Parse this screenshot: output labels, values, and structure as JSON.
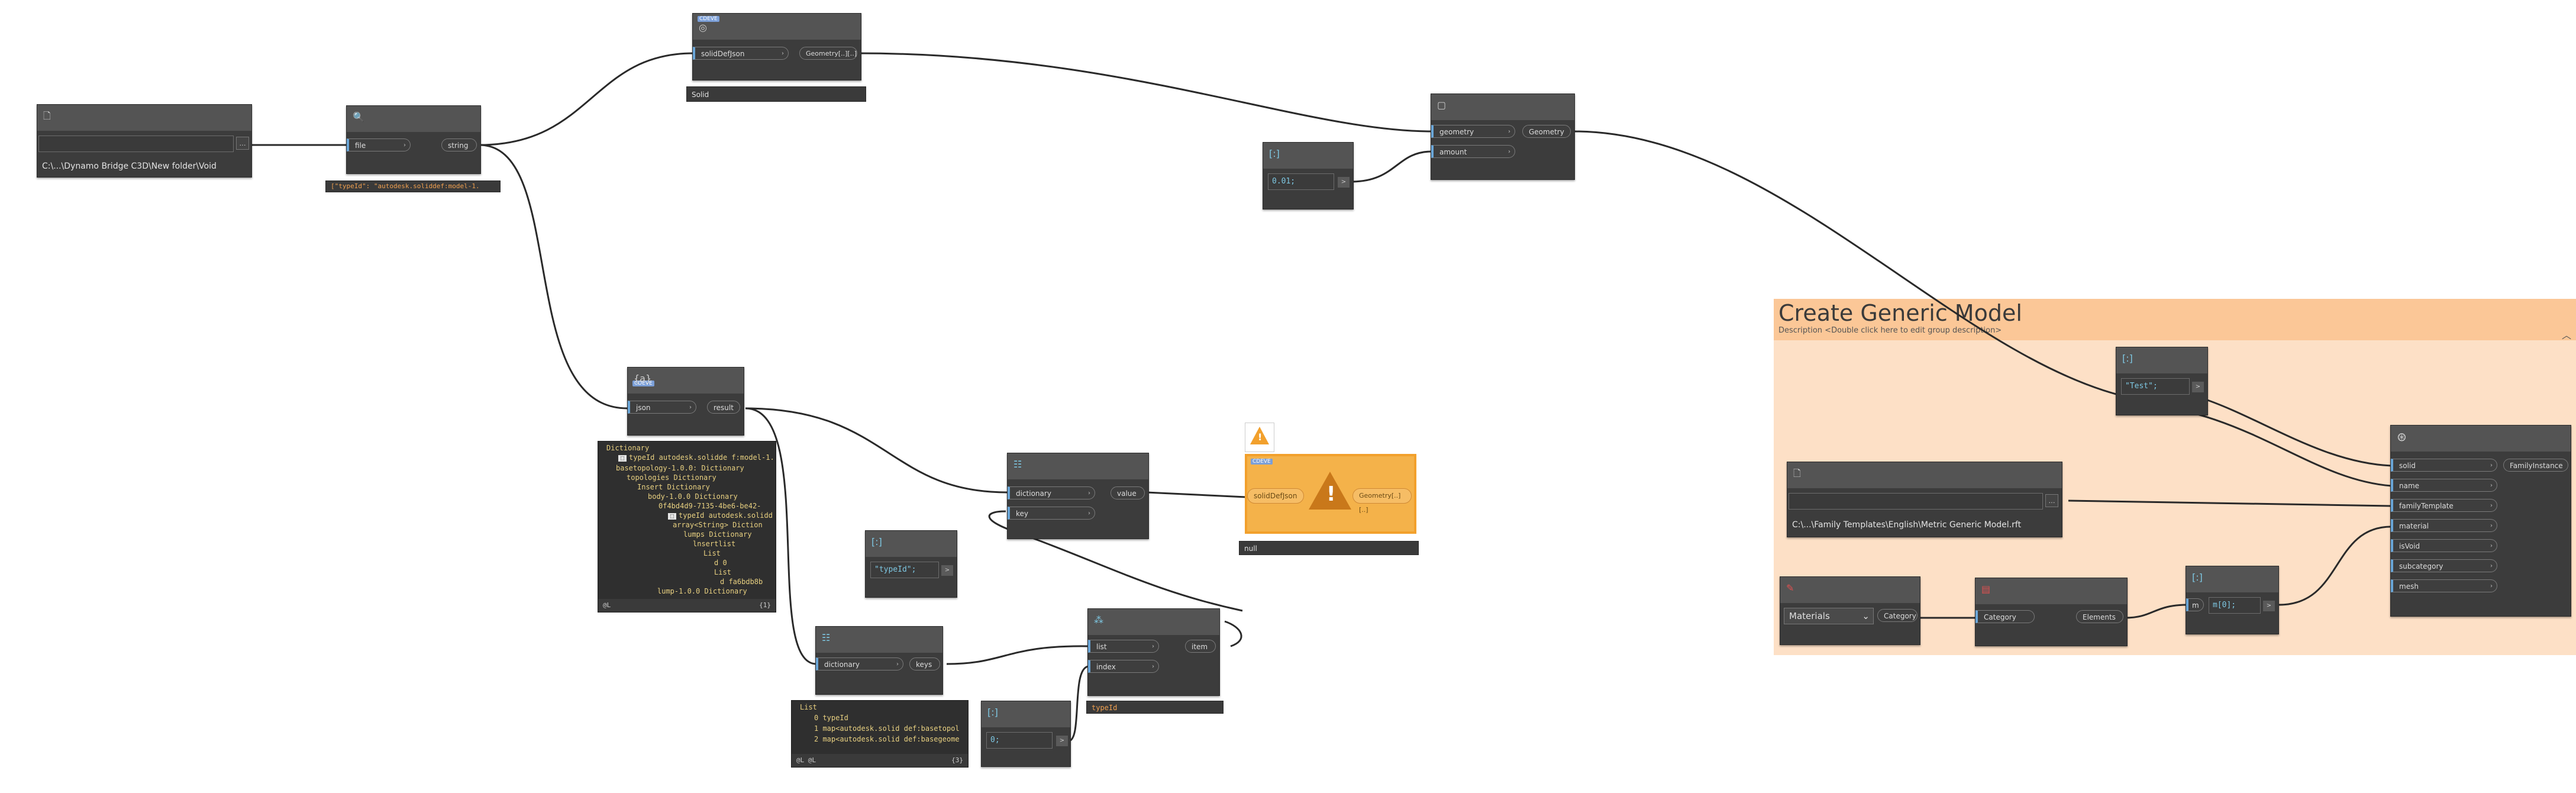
{
  "file_path_node": {
    "path": "C:\\...\\Dynamo Bridge C3D\\New folder\\Void"
  },
  "file_from_path": {
    "input": "file",
    "output": "string",
    "preview": "[\"typeId\": \"autodesk.soliddef:model-1."
  },
  "solid_def": {
    "badge": "CDEVE",
    "input": "solidDefJson",
    "output": "Geometry[..][..]",
    "preview": "Solid"
  },
  "code_block_01": {
    "code": "0.01;"
  },
  "geometry_scale": {
    "input_geometry": "geometry",
    "input_amount": "amount",
    "output": "Geometry"
  },
  "json_parse": {
    "badge": "CDEVE",
    "input": "json",
    "output": "result"
  },
  "watch_tree": {
    "lines": [
      "Dictionary",
      "typeId autodesk.solidde f:model-1.",
      "basetopology-1.0.0: Dictionary",
      "topologies Dictionary",
      "Insert Dictionary",
      "body-1.0.0 Dictionary",
      "0f4bd4d9-7135-4be6-be42-",
      "typeId autodesk.solidd",
      "array<String> Diction",
      "lumps Dictionary",
      "lnsertlist",
      "List",
      "d 0",
      "List",
      "d fa6bdb8b",
      "lump-1.0.0 Dictionary"
    ],
    "footer_left": "@L",
    "footer_right": "{1}"
  },
  "dict_value_at_key": {
    "input_dictionary": "dictionary",
    "input_key": "key",
    "output": "value"
  },
  "code_block_typeid": {
    "code": "\"typeId\";"
  },
  "warning_node": {
    "badge": "CDEVE",
    "input": "solidDefJson",
    "output": "Geometry[..][..]",
    "preview": "null"
  },
  "dict_keys": {
    "input": "dictionary",
    "output": "keys"
  },
  "keys_watch": {
    "lines": [
      "List",
      "0 typeId",
      "1 map<autodesk.solid def:basetopol",
      "2 map<autodesk.solid def:basegeome"
    ],
    "footer_left": "@L @L",
    "footer_right": "{3}"
  },
  "code_block_0": {
    "code": "0;"
  },
  "get_item_at_index": {
    "input_list": "list",
    "input_index": "index",
    "output": "item",
    "preview": "typeId"
  },
  "group": {
    "title": "Create Generic Model",
    "description": "Description <Double click here to edit group description>"
  },
  "code_block_test": {
    "code": "\"Test\";"
  },
  "template_path_node": {
    "path": "C:\\...\\Family Templates\\English\\Metric Generic Model.rft"
  },
  "categories_node": {
    "selected": "Materials",
    "output": "Category"
  },
  "all_elements_of_category": {
    "input": "Category",
    "output": "Elements"
  },
  "code_block_index": {
    "input": "m",
    "code": "m[0];"
  },
  "family_instance_by_solid": {
    "inputs": [
      "solid",
      "name",
      "familyTemplate",
      "material",
      "isVoid",
      "subcategory",
      "mesh"
    ],
    "output": "FamilyInstance"
  }
}
